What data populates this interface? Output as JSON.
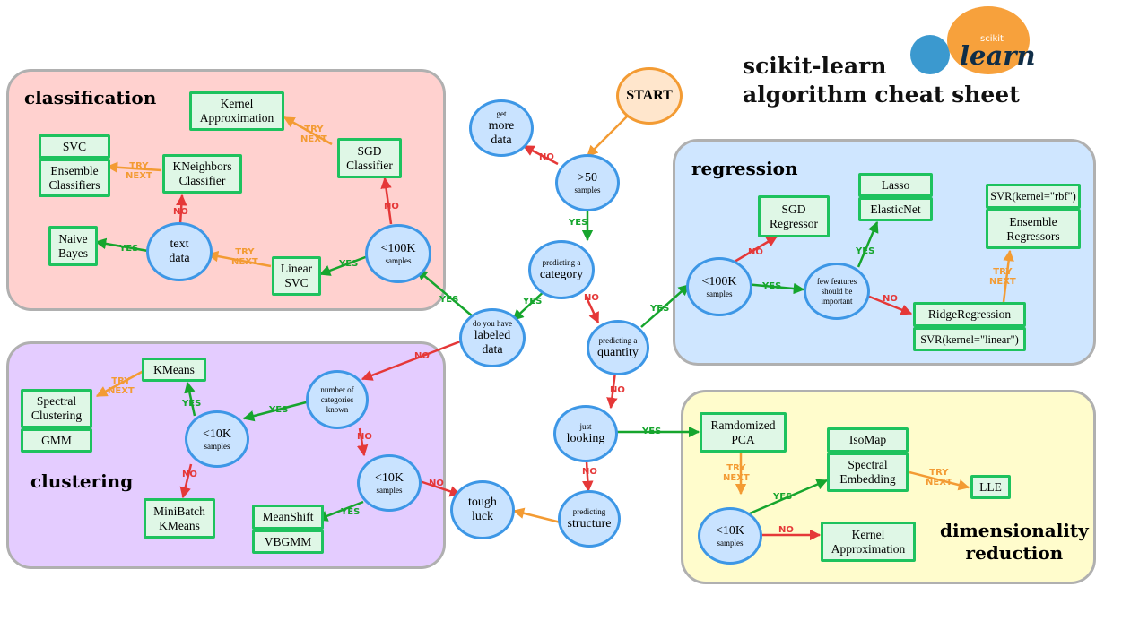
{
  "header": {
    "title_line1": "scikit-learn",
    "title_line2": "algorithm cheat sheet",
    "logo_small": "scikit",
    "logo_big": "learn"
  },
  "colors": {
    "node_fill": "#c9e3ff",
    "node_border": "#3d97e6",
    "box_fill": "#dff7e6",
    "box_border": "#1ec25e",
    "yes": "#16a52d",
    "no": "#e53838",
    "try": "#f39b33",
    "start_fill": "#ffe6cc",
    "start_border": "#f39b33",
    "classification_bg": "#ffd1cf",
    "clustering_bg": "#e4ccff",
    "regression_bg": "#cfe6ff",
    "dimensionality_bg": "#fffccc"
  },
  "regions": {
    "classification": "classification",
    "clustering": "clustering",
    "regression": "regression",
    "dimensionality": "dimensionality\nreduction"
  },
  "nodes": {
    "start": "START",
    "get_more_data": {
      "small": "get",
      "big": "more\ndata"
    },
    "gt50": {
      "big": ">50",
      "small": "samples"
    },
    "predicting_category": {
      "small": "predicting a",
      "big": "category"
    },
    "labeled_data": {
      "small": "do you have",
      "big": "labeled\ndata"
    },
    "predicting_quantity": {
      "small": "predicting a",
      "big": "quantity"
    },
    "just_looking": {
      "small": "just",
      "big": "looking"
    },
    "predicting_structure": {
      "small": "predicting",
      "big": "structure"
    },
    "tough_luck": {
      "big": "tough\nluck"
    },
    "clf_lt100k": {
      "big": "<100K",
      "small": "samples"
    },
    "text_data": {
      "big": "text\ndata"
    },
    "categories_known": {
      "small": "number of\ncategories\nknown"
    },
    "clu_lt10k_a": {
      "big": "<10K",
      "small": "samples"
    },
    "clu_lt10k_b": {
      "big": "<10K",
      "small": "samples"
    },
    "reg_lt100k": {
      "big": "<100K",
      "small": "samples"
    },
    "few_features": {
      "small": "few features\nshould be\nimportant"
    },
    "dim_lt10k": {
      "big": "<10K",
      "small": "samples"
    }
  },
  "boxes": {
    "kernel_approx_clf": "Kernel\nApproximation",
    "sgd_classifier": "SGD\nClassifier",
    "svc": "SVC",
    "ensemble_classifiers": "Ensemble\nClassifiers",
    "kneighbors_classifier": "KNeighbors\nClassifier",
    "naive_bayes": "Naive\nBayes",
    "linear_svc": "Linear\nSVC",
    "kmeans": "KMeans",
    "spectral_clustering": "Spectral\nClustering",
    "gmm": "GMM",
    "minibatch_kmeans": "MiniBatch\nKMeans",
    "meanshift": "MeanShift",
    "vbgmm": "VBGMM",
    "sgd_regressor": "SGD\nRegressor",
    "lasso": "Lasso",
    "elasticnet": "ElasticNet",
    "svr_rbf": "SVR(kernel=\"rbf\")",
    "ensemble_regressors": "Ensemble\nRegressors",
    "ridge_regression": "RidgeRegression",
    "svr_linear": "SVR(kernel=\"linear\")",
    "randomized_pca": "Ramdomized\nPCA",
    "isomap": "IsoMap",
    "spectral_embedding": "Spectral\nEmbedding",
    "lle": "LLE",
    "kernel_approx_dim": "Kernel\nApproximation"
  },
  "edge_labels": {
    "yes": "YES",
    "no": "NO",
    "try_next": "TRY\nNEXT"
  }
}
